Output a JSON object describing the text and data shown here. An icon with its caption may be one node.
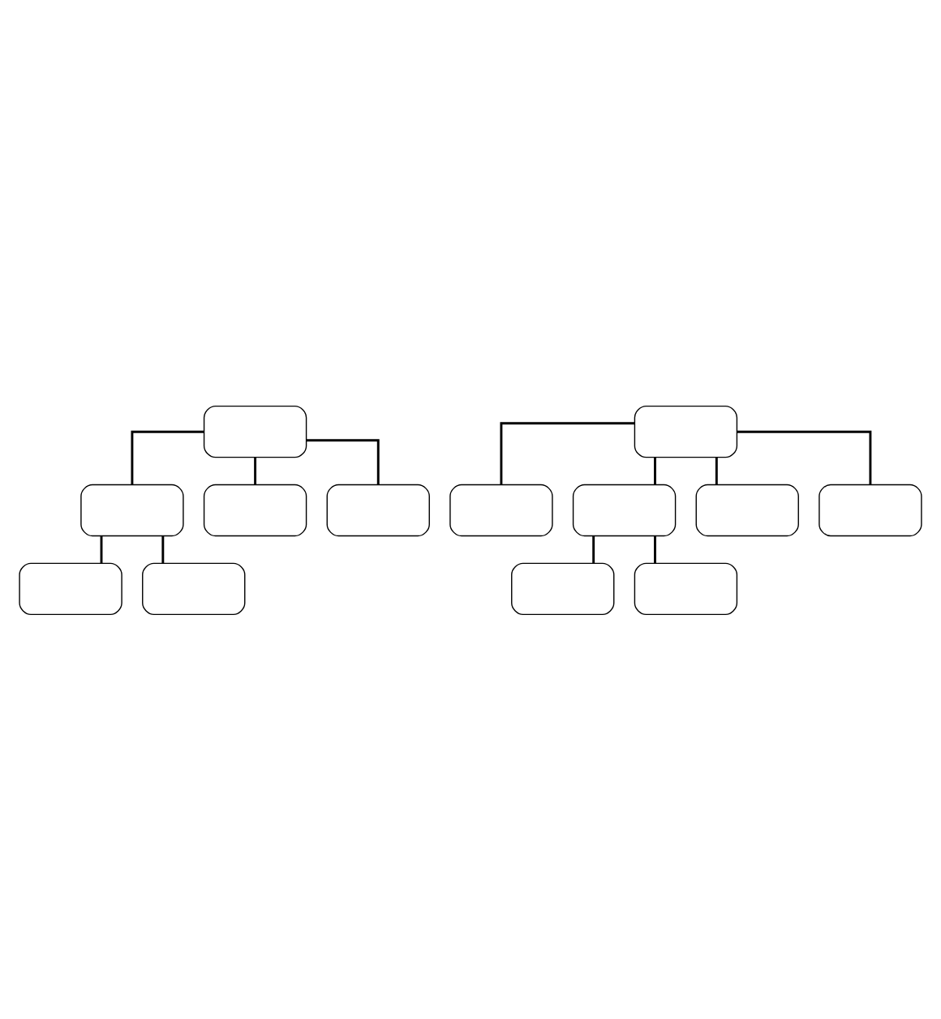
{
  "diagram": {
    "nodes": [
      {
        "text": [],
        "shape": "box"
      },
      {
        "text": [],
        "shape": "box"
      },
      {
        "text": [],
        "shape": "box"
      },
      {
        "text": [],
        "shape": "box"
      },
      {
        "text": [],
        "shape": "box"
      },
      {
        "text": [],
        "shape": "box"
      },
      {
        "text": [],
        "shape": "box"
      },
      {
        "text": [],
        "shape": "box"
      },
      {
        "text": [],
        "shape": "box"
      },
      {
        "text": [],
        "shape": "box"
      },
      {
        "text": [],
        "shape": "box"
      },
      {
        "text": [],
        "shape": "box"
      },
      {
        "text": [],
        "shape": "box"
      }
    ],
    "edges": [
      {
        "from": 0,
        "to": 1,
        "arrow": "none"
      },
      {
        "from": 0,
        "to": 2,
        "arrow": "none"
      },
      {
        "from": 0,
        "to": 3,
        "arrow": "none"
      },
      {
        "from": 1,
        "to": 4,
        "arrow": "none"
      },
      {
        "from": 1,
        "to": 5,
        "arrow": "none"
      },
      {
        "from": 6,
        "to": 8,
        "arrow": "none"
      },
      {
        "from": 6,
        "to": 9,
        "arrow": "none"
      },
      {
        "from": 6,
        "to": 7,
        "arrow": "none"
      },
      {
        "from": 6,
        "to": 10,
        "arrow": "none"
      },
      {
        "from": 8,
        "to": 11,
        "arrow": "none"
      },
      {
        "from": 8,
        "to": 12,
        "arrow": "none"
      }
    ]
  }
}
